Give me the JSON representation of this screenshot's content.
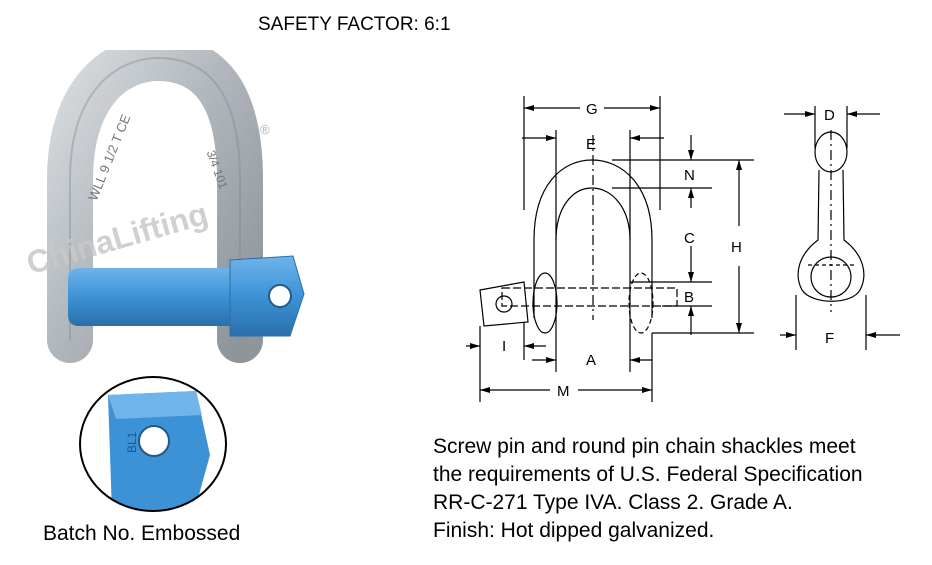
{
  "header": {
    "safety_factor": "SAFETY FACTOR: 6:1"
  },
  "photo": {
    "watermark": "ChinaLifting",
    "registered_mark": "®",
    "embossed_marks": [
      "WLL 9 1/2 T CE",
      "3/4 101"
    ],
    "colors": {
      "body": "#b9bec2",
      "pin": "#3d92d6",
      "watermark": "#c8c8c8"
    }
  },
  "inset": {
    "batch_mark": "BL1",
    "caption": "Batch No. Embossed"
  },
  "drawing": {
    "dimension_labels": {
      "g": "G",
      "e": "E",
      "n": "N",
      "c": "C",
      "h": "H",
      "b": "B",
      "a": "A",
      "i": "I",
      "m": "M",
      "d": "D",
      "f": "F"
    }
  },
  "description": {
    "lines": [
      "Screw pin and round pin chain shackles meet",
      "the requirements of U.S. Federal Specification",
      "RR-C-271  Type IVA.  Class 2. Grade A.",
      "Finish: Hot dipped galvanized."
    ]
  }
}
